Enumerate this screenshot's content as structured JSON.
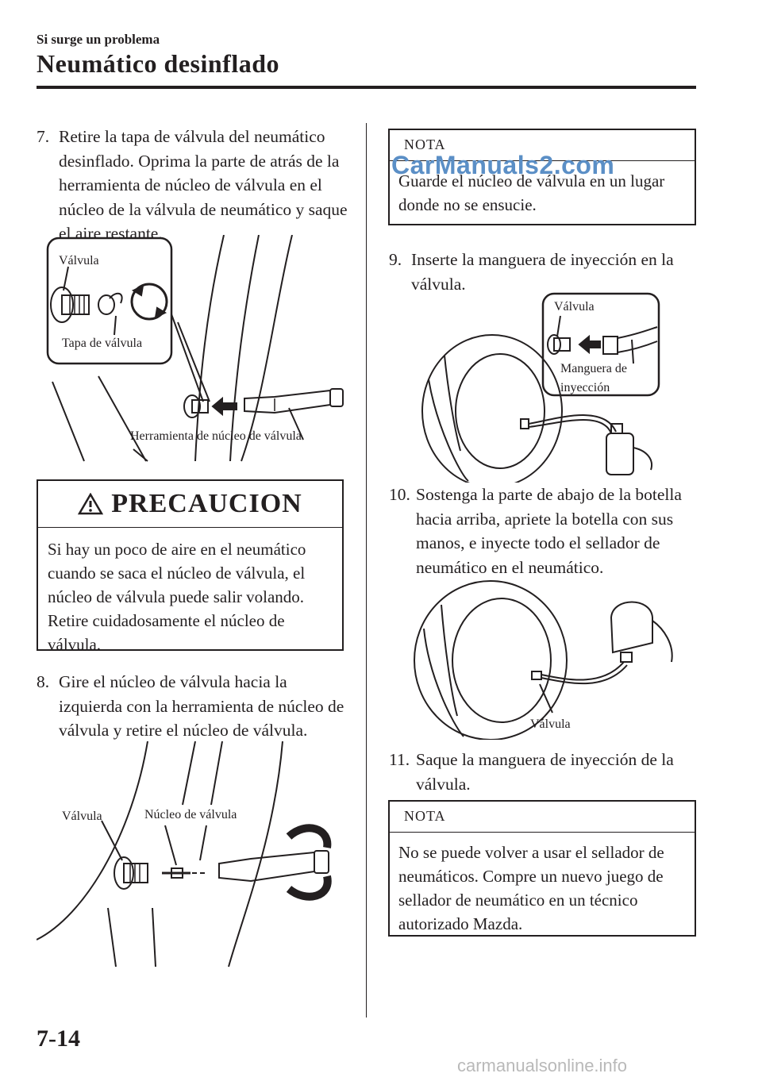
{
  "header": {
    "section": "Si surge un problema",
    "title": "Neumático desinflado"
  },
  "steps": {
    "s7": {
      "num": "7.",
      "text": "Retire la tapa de válvula del neumático desinflado. Oprima la parte de atrás de la herramienta de núcleo de válvula en el núcleo de la válvula de neumático y saque el aire restante."
    },
    "s8": {
      "num": "8.",
      "text": "Gire el núcleo de válvula hacia la izquierda con la herramienta de núcleo de válvula y retire el núcleo de válvula."
    },
    "s9": {
      "num": "9.",
      "text": "Inserte la manguera de inyección en la válvula."
    },
    "s10": {
      "num": "10.",
      "text": "Sostenga la parte de abajo de la botella hacia arriba, apriete la botella con sus manos, e inyecte todo el sellador de neumático en el neumático."
    },
    "s11": {
      "num": "11.",
      "text": "Saque la manguera de inyección de la válvula."
    }
  },
  "figures": {
    "fig1": {
      "valvula": "Válvula",
      "tapa": "Tapa de válvula",
      "herramienta": "Herramienta de núcleo de válvula"
    },
    "fig2": {
      "valvula": "Válvula",
      "nucleo": "Núcleo de válvula"
    },
    "fig3": {
      "valvula": "Válvula",
      "manguera1": "Manguera de",
      "manguera2": "inyección"
    },
    "fig4": {
      "valvula": "Válvula"
    }
  },
  "caution": {
    "title": "PRECAUCION",
    "text": "Si hay un poco de aire en el neumático cuando se saca el núcleo de válvula, el núcleo de válvula puede salir volando. Retire cuidadosamente el núcleo de válvula."
  },
  "note1": {
    "title": "NOTA",
    "text": "Guarde el núcleo de válvula en un lugar donde no se ensucie."
  },
  "note2": {
    "title": "NOTA",
    "text": "No se puede volver a usar el sellador de neumáticos. Compre un nuevo juego de sellador de neumático en un técnico autorizado Mazda."
  },
  "page_number": "7-14",
  "watermarks": {
    "top": "CarManuals2.com",
    "bottom": "carmanualsonline.info"
  },
  "colors": {
    "text": "#231f20",
    "watermark": "#5b8fc6"
  }
}
